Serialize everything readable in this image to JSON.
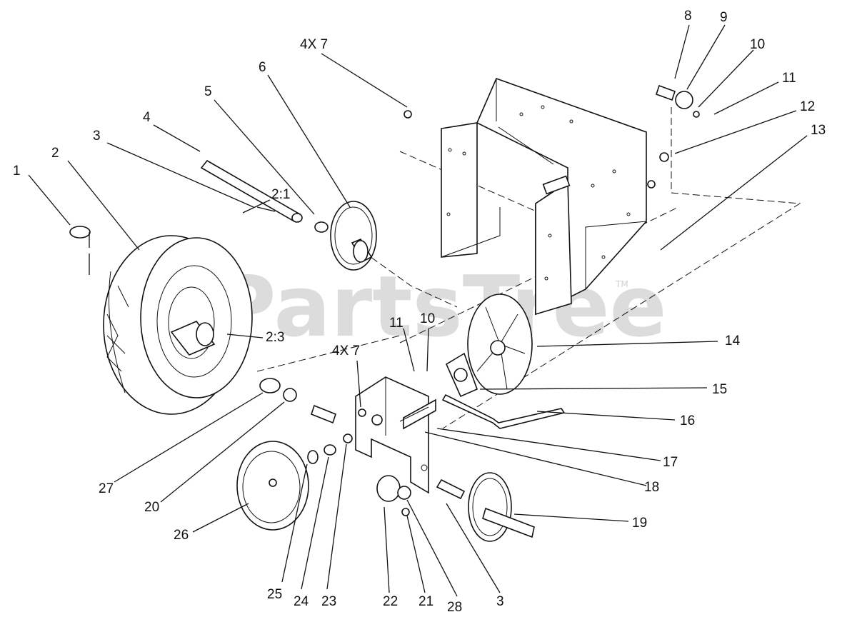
{
  "watermark": {
    "text": "PartsTree",
    "mark": "TM"
  },
  "callouts": [
    {
      "id": "c1",
      "text": "1"
    },
    {
      "id": "c2",
      "text": "2"
    },
    {
      "id": "c3a",
      "text": "3"
    },
    {
      "id": "c4",
      "text": "4"
    },
    {
      "id": "c5",
      "text": "5"
    },
    {
      "id": "c6",
      "text": "6"
    },
    {
      "id": "c4x7a",
      "text": "4X 7"
    },
    {
      "id": "c8",
      "text": "8"
    },
    {
      "id": "c9",
      "text": "9"
    },
    {
      "id": "c10a",
      "text": "10"
    },
    {
      "id": "c11a",
      "text": "11"
    },
    {
      "id": "c12",
      "text": "12"
    },
    {
      "id": "c13",
      "text": "13"
    },
    {
      "id": "c21_1",
      "text": "2:1"
    },
    {
      "id": "c23_3",
      "text": "2:3"
    },
    {
      "id": "c11b",
      "text": "11"
    },
    {
      "id": "c10b",
      "text": "10"
    },
    {
      "id": "c4x7b",
      "text": "4X 7"
    },
    {
      "id": "c14",
      "text": "14"
    },
    {
      "id": "c15",
      "text": "15"
    },
    {
      "id": "c16",
      "text": "16"
    },
    {
      "id": "c17",
      "text": "17"
    },
    {
      "id": "c18",
      "text": "18"
    },
    {
      "id": "c19",
      "text": "19"
    },
    {
      "id": "c27",
      "text": "27"
    },
    {
      "id": "c20",
      "text": "20"
    },
    {
      "id": "c26",
      "text": "26"
    },
    {
      "id": "c25",
      "text": "25"
    },
    {
      "id": "c24",
      "text": "24"
    },
    {
      "id": "c23",
      "text": "23"
    },
    {
      "id": "c22",
      "text": "22"
    },
    {
      "id": "c21",
      "text": "21"
    },
    {
      "id": "c28",
      "text": "28"
    },
    {
      "id": "c3b",
      "text": "3"
    }
  ]
}
